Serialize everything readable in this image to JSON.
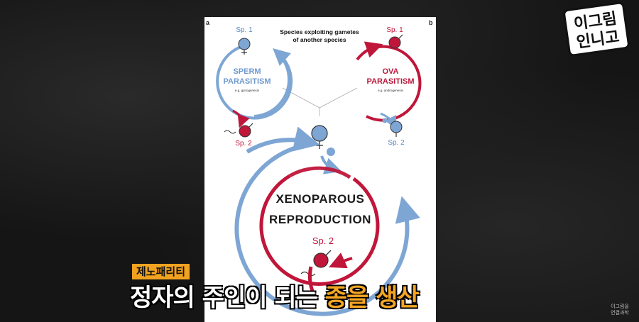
{
  "figure": {
    "panel_a": "a",
    "panel_b": "b",
    "top_title_line1": "Species exploiting gametes",
    "top_title_line2": "of another species",
    "sperm_label_line1": "SPERM",
    "sperm_label_line2": "PARASITISM",
    "sperm_example": "e.g. gynogenesis",
    "ova_label_line1": "OVA",
    "ova_label_line2": "PARASITISM",
    "ova_example": "e.g. androgenesis",
    "sp1_left": "Sp. 1",
    "sp2_left": "Sp. 2",
    "sp1_right": "Sp. 1",
    "sp2_right": "Sp. 2",
    "xeno_line1": "XENOPAROUS",
    "xeno_line2": "REPRODUCTION",
    "sp2_center": "Sp. 2"
  },
  "colors": {
    "blue": "#7ea6d4",
    "red": "#c0163a",
    "caption_highlight": "#f6a623",
    "tag_bg": "#f1a31f"
  },
  "logo": {
    "line1": "이그림",
    "line2": "인니고"
  },
  "caption": {
    "tag": "제노패리티",
    "main_part1": "정자의 주인이 되는 ",
    "main_highlight": "종을 생산"
  },
  "watermark": {
    "line1": "이그림을",
    "line2": "연결과학"
  }
}
